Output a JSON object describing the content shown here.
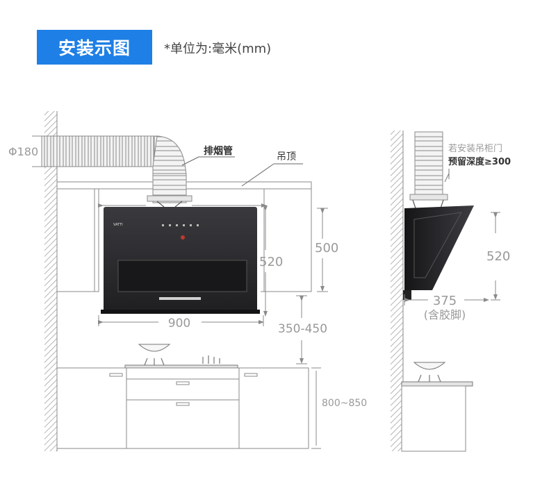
{
  "header": {
    "title": "安装示图",
    "unit_note": "*单位为:毫米(mm)"
  },
  "front_view": {
    "duct_diameter": "Φ180",
    "duct_label": "排烟管",
    "ceiling_label": "吊顶",
    "hood_height": "520",
    "cabinet_height": "500",
    "hood_width": "900",
    "hood_to_stove": "350-450",
    "counter_height": "800~850",
    "brand": "VATTI"
  },
  "side_view": {
    "note_line1": "若安装吊柜门",
    "note_line2": "预留深度≥300",
    "hood_height": "520",
    "depth": "375",
    "depth_note": "(含胶脚)"
  },
  "colors": {
    "accent": "#1e7fe6",
    "hood": "#2a2a2d",
    "line": "#8a8a8a",
    "dimension_text": "#999999"
  }
}
